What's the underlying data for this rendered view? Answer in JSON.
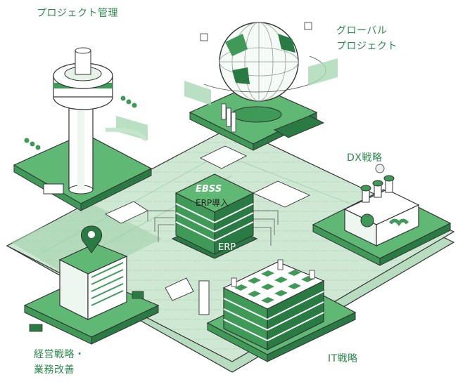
{
  "labels": {
    "project_management": "プロジェクト管理",
    "global_project_line1": "グローバル",
    "global_project_line2": "プロジェクト",
    "dx_strategy": "DX戦略",
    "erp_introduction": "ERP導入",
    "it_strategy": "IT戦略",
    "business_strategy_line1": "経営戦略・",
    "business_strategy_line2": "業務改善"
  },
  "chip": {
    "brand": "EBSS",
    "side_text": "ERP"
  },
  "colors": {
    "label_green": "#2d8a4e",
    "board_green": "#cfe8d3",
    "platform_green": "#5fb873",
    "dark_green": "#2a7a44",
    "outline": "#333333"
  },
  "icons": [
    "map-pin-icon",
    "globe-icon",
    "tower-icon",
    "factory-icon",
    "chess-board-icon",
    "chip-icon"
  ]
}
